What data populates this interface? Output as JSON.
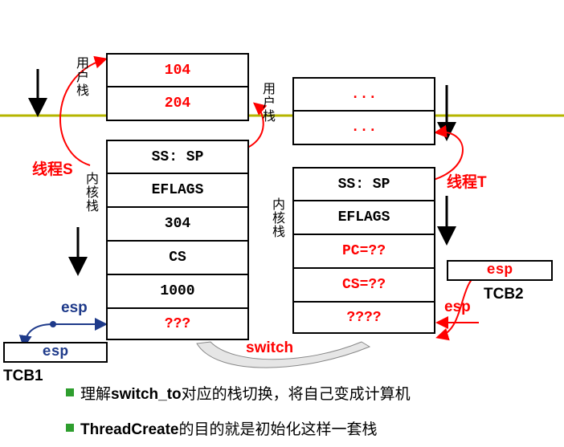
{
  "left_user_stack": {
    "label": "用户栈",
    "cells": [
      "104",
      "204"
    ]
  },
  "left_kernel_stack": {
    "label": "内核栈",
    "cells": [
      "SS: SP",
      "EFLAGS",
      "304",
      "CS",
      "1000",
      "???"
    ]
  },
  "right_user_stack": {
    "label": "用户栈",
    "cells": [
      "...",
      "..."
    ]
  },
  "right_kernel_stack": {
    "label": "内核栈",
    "cells": [
      "SS: SP",
      "EFLAGS",
      "PC=??",
      "CS=??",
      "????"
    ]
  },
  "thread_s_label": "线程S",
  "thread_t_label": "线程T",
  "tcb1": {
    "name": "TCB1",
    "field": "esp"
  },
  "tcb2": {
    "name": "TCB2",
    "field": "esp"
  },
  "esp_left": "esp",
  "esp_right": "esp",
  "switch_label": "switch",
  "bullets": [
    {
      "bold": "switch_to",
      "prefix": "理解",
      "suffix": "对应的栈切换，将自己变成计算机"
    },
    {
      "bold": "ThreadCreate",
      "prefix": "",
      "suffix": "的目的就是初始化这样一套栈"
    }
  ],
  "colors": {
    "red": "#ff0000",
    "blue": "#1e3a8a",
    "olive": "#b5b500",
    "bullet": "#2e9e2e"
  }
}
